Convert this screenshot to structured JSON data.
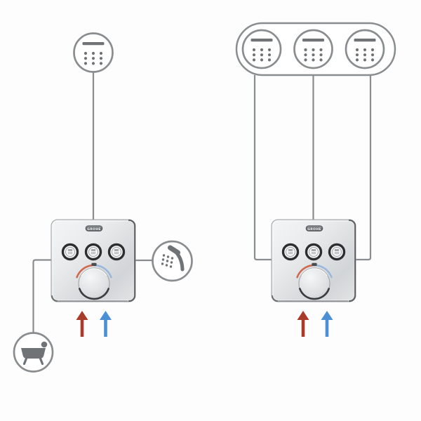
{
  "page": {
    "background": "#fdfdfd",
    "description": "Shower thermostat installation diagram with two valve configurations"
  },
  "colors": {
    "line": "#8a8d8f",
    "icon": "#6f7376",
    "circle_fill": "#ffffff",
    "hot_arrow": "#a93b2b",
    "cold_arrow": "#4b8fd5",
    "knob_arc_hot": "#cf6a4f",
    "knob_arc_cold": "#9ab8dd",
    "button_ring": "#2c2e30",
    "plate_edge_dark": "#45484a"
  },
  "left_setup": {
    "name": "concealed thermostat with three separate outlets",
    "outlets": [
      {
        "id": "head-shower",
        "icon": "head-shower-icon",
        "position": "top"
      },
      {
        "id": "hand-shower",
        "icon": "hand-shower-icon",
        "position": "right"
      },
      {
        "id": "bath-tub",
        "icon": "bath-tub-icon",
        "position": "bottom-left"
      }
    ],
    "valve": {
      "brand": "GROHE",
      "button_count": 3,
      "knob_count": 1
    },
    "supply_arrows": [
      {
        "type": "hot-water-supply",
        "direction": "up"
      },
      {
        "type": "cold-water-supply",
        "direction": "up"
      }
    ]
  },
  "right_setup": {
    "name": "concealed thermostat with grouped triple head showers",
    "outlet_group": {
      "shape": "rounded frame",
      "outlets": [
        {
          "id": "head-shower-1",
          "icon": "head-shower-icon"
        },
        {
          "id": "head-shower-2",
          "icon": "head-shower-icon"
        },
        {
          "id": "head-shower-3",
          "icon": "head-shower-icon"
        }
      ]
    },
    "valve": {
      "brand": "GROHE",
      "button_count": 3,
      "knob_count": 1
    },
    "supply_arrows": [
      {
        "type": "hot-water-supply",
        "direction": "up"
      },
      {
        "type": "cold-water-supply",
        "direction": "up"
      }
    ]
  }
}
